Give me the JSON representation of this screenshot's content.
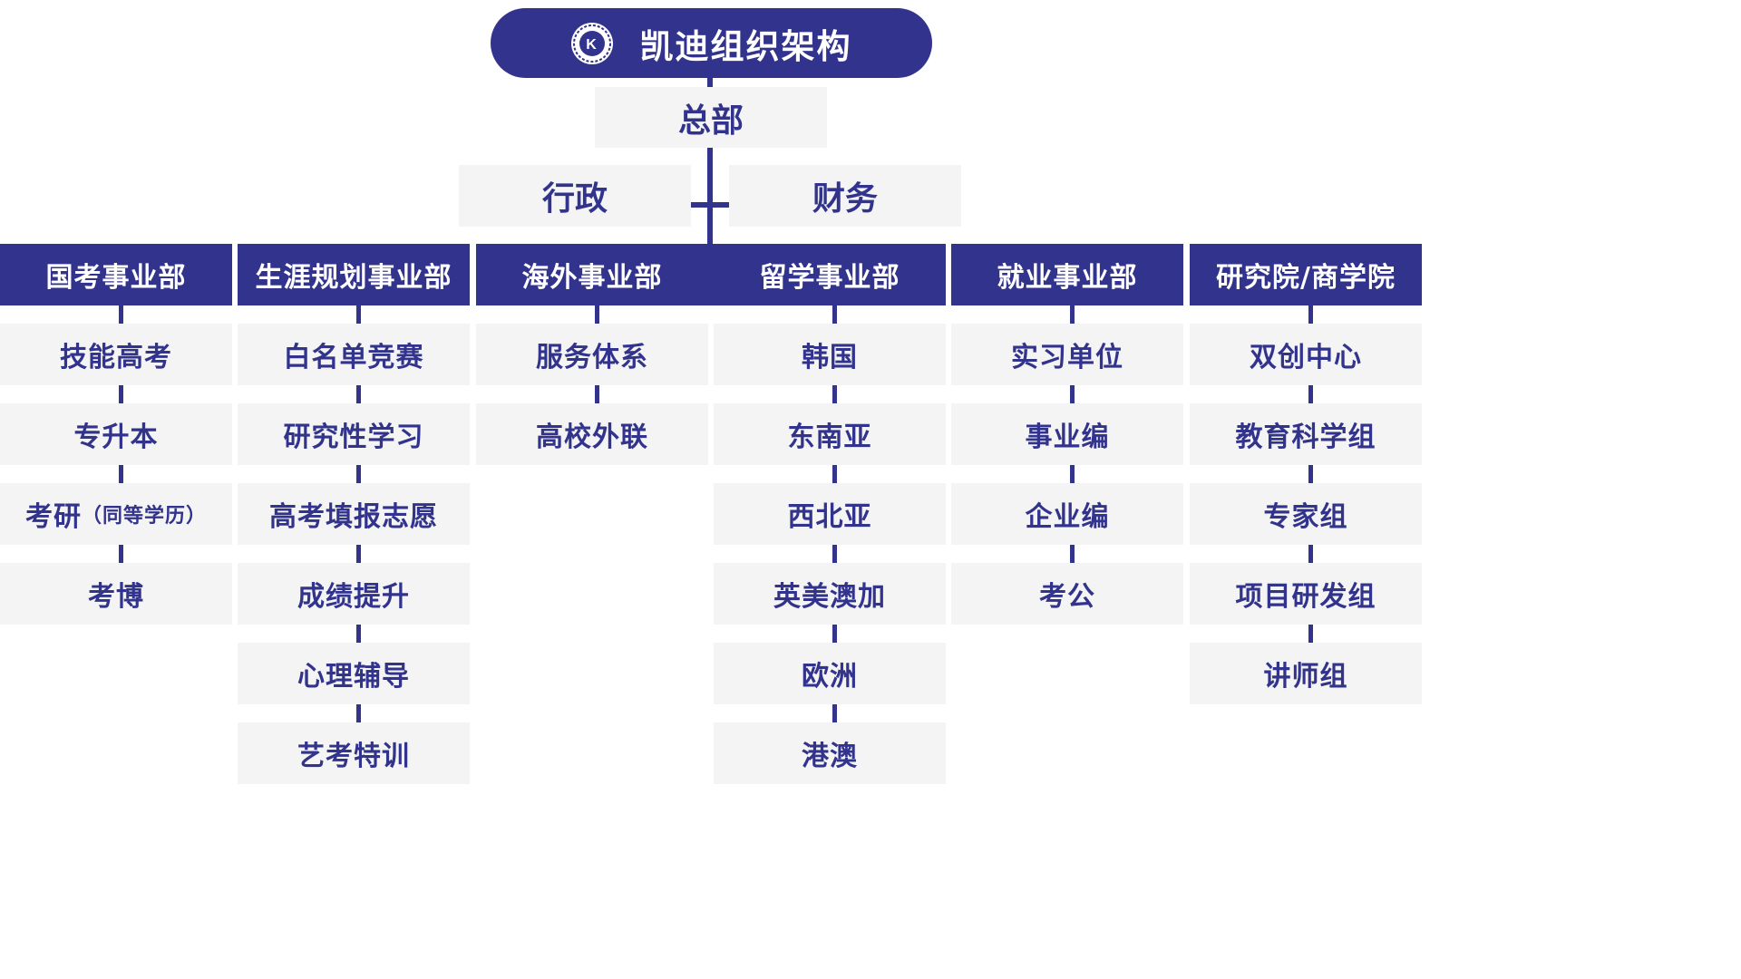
{
  "title": "凯迪组织架构",
  "logo_letter": "K",
  "headquarters": "总部",
  "admin": "行政",
  "finance": "财务",
  "colors": {
    "accent": "#32338c",
    "box_bg": "#f4f4f4",
    "text": "#32338c"
  },
  "departments": [
    {
      "name": "国考事业部",
      "items": [
        {
          "text": "技能高考"
        },
        {
          "text": "专升本"
        },
        {
          "text": "考研",
          "note": "（同等学历）"
        },
        {
          "text": "考博"
        }
      ]
    },
    {
      "name": "生涯规划事业部",
      "items": [
        {
          "text": "白名单竞赛"
        },
        {
          "text": "研究性学习"
        },
        {
          "text": "高考填报志愿"
        },
        {
          "text": "成绩提升"
        },
        {
          "text": "心理辅导"
        },
        {
          "text": "艺考特训"
        }
      ]
    },
    {
      "name": "海外事业部",
      "items": [
        {
          "text": "服务体系"
        },
        {
          "text": "高校外联"
        }
      ]
    },
    {
      "name": "留学事业部",
      "items": [
        {
          "text": "韩国"
        },
        {
          "text": "东南亚"
        },
        {
          "text": "西北亚"
        },
        {
          "text": "英美澳加"
        },
        {
          "text": "欧洲"
        },
        {
          "text": "港澳"
        }
      ]
    },
    {
      "name": "就业事业部",
      "items": [
        {
          "text": "实习单位"
        },
        {
          "text": "事业编"
        },
        {
          "text": "企业编"
        },
        {
          "text": "考公"
        }
      ]
    },
    {
      "name": "研究院/商学院",
      "items": [
        {
          "text": "双创中心"
        },
        {
          "text": "教育科学组"
        },
        {
          "text": "专家组"
        },
        {
          "text": "项目研发组"
        },
        {
          "text": "讲师组"
        }
      ]
    }
  ]
}
